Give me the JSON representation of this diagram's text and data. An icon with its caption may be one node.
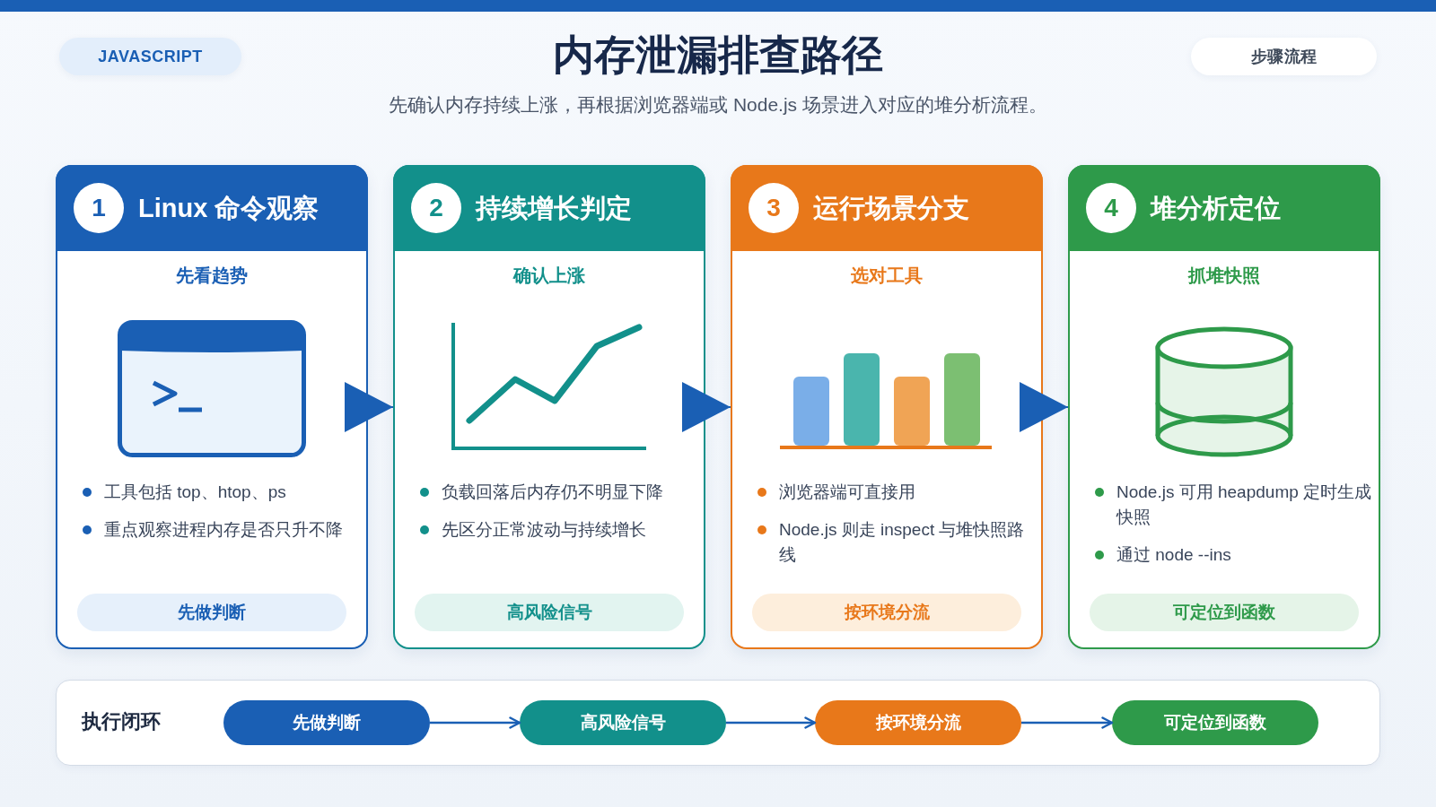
{
  "diagram": {
    "title": "内存泄漏排查路径",
    "nodes": [
      {
        "text": [
          "JAVASCRIPT"
        ]
      },
      {
        "text": [
          "步骤流程"
        ]
      },
      {
        "text": [
          "先看趋势",
          "工具包括 top、htop、ps",
          "重点观察进程内存是否只升不降"
        ]
      },
      {
        "text": [
          "Linux 命令观察"
        ],
        "in": 2
      },
      {
        "text": [
          "1"
        ],
        "in": 3
      },
      {
        "text": [
          "先做判断"
        ],
        "in": 2
      },
      {
        "text": [
          "确认上涨",
          "负载回落后内存仍不明显下降",
          "先区分正常波动与持续增长"
        ]
      },
      {
        "text": [
          "持续增长判定"
        ],
        "in": 6
      },
      {
        "text": [
          "2"
        ],
        "in": 7
      },
      {
        "text": [
          "高风险信号"
        ],
        "in": 6
      },
      {
        "text": [
          "选对工具",
          "浏览器端可直接用",
          "Node.js 则走 inspect 与堆快照路线"
        ]
      },
      {
        "text": [
          "运行场景分支"
        ],
        "in": 10
      },
      {
        "text": [
          "3"
        ],
        "in": 11
      },
      {
        "text": [
          "按环境分流"
        ],
        "in": 10
      },
      {
        "text": [
          "抓堆快照",
          "Node.js 可用 heapdump 定时生成快照",
          "通过 node --ins"
        ]
      },
      {
        "text": [
          "堆分析定位"
        ],
        "in": 14
      },
      {
        "text": [
          "4"
        ],
        "in": 15
      },
      {
        "text": [
          "可定位到函数"
        ],
        "in": 14
      },
      {
        "text": [
          "执行闭环"
        ]
      },
      {
        "text": [
          "先做判断"
        ],
        "in": 18
      },
      {
        "text": [
          "高风险信号"
        ],
        "in": 18
      },
      {
        "text": [
          "按环境分流"
        ],
        "in": 18
      },
      {
        "text": [
          "可定位到函数"
        ],
        "in": 18
      }
    ],
    "edges": [
      {
        "from": 2,
        "to": 6,
        "arrow": "to"
      },
      {
        "from": 6,
        "to": 10,
        "arrow": "to"
      },
      {
        "from": 10,
        "to": 14,
        "arrow": "to"
      },
      {
        "from": 19,
        "to": 20,
        "arrow": "to"
      },
      {
        "from": 20,
        "to": 21,
        "arrow": "to"
      },
      {
        "from": 21,
        "to": 22,
        "arrow": "to"
      }
    ],
    "labels": [
      "先确认内存持续上涨，再根据浏览器端或 Node.js 场景进入对应的堆分析流程。"
    ]
  }
}
